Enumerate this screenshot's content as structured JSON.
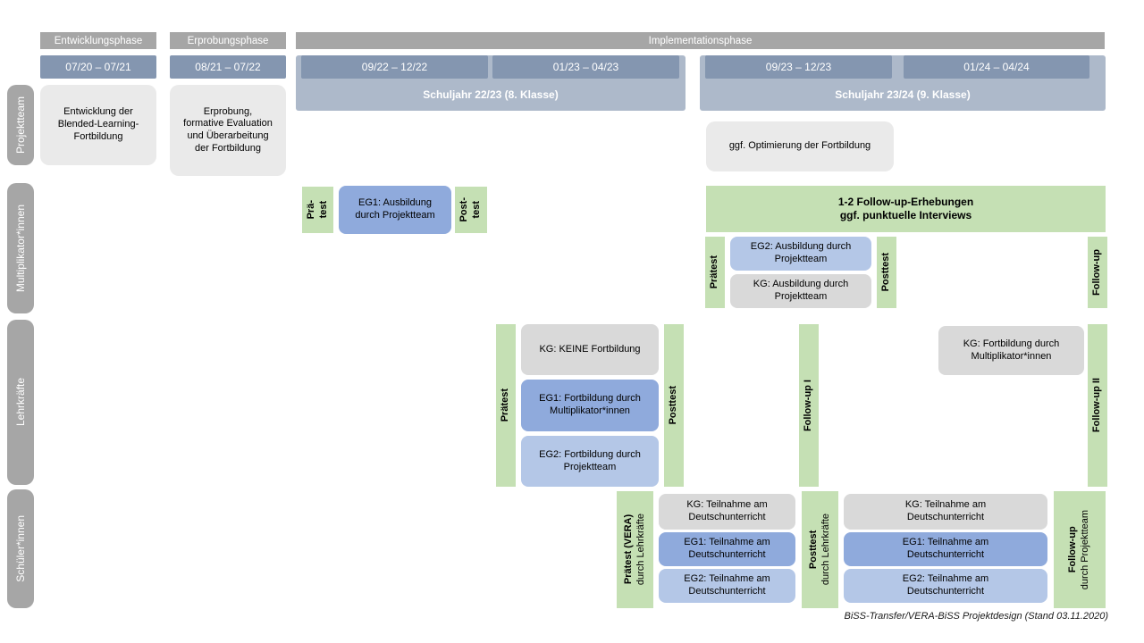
{
  "caption": "BiSS-Transfer/VERA-BiSS Projektdesign (Stand 03.11.2020)",
  "colors": {
    "phase_bar": "#a6a6a6",
    "date_bar": "#8496b0",
    "schoolyear_bar": "#adb9ca",
    "projektteam_box": "#eaeaea",
    "kg_box": "#d9d9d9",
    "eg1_box": "#8faadc",
    "eg2_box": "#b4c7e7",
    "test_box_green": "#c5e0b4"
  },
  "header": {
    "phases": {
      "entwicklung": "Entwicklungsphase",
      "erprobung": "Erprobungsphase",
      "implementation": "Implementationsphase"
    },
    "dates": {
      "d1": "07/20 – 07/21",
      "d2": "08/21 – 07/22",
      "d3": "09/22 – 12/22",
      "d4": "01/23 – 04/23",
      "d5": "09/23 – 12/23",
      "d6": "01/24 – 04/24"
    },
    "schoolyears": {
      "sy1": "Schuljahr 22/23 (8. Klasse)",
      "sy2": "Schuljahr 23/24 (9. Klasse)"
    }
  },
  "row_labels": {
    "projektteam": "Projektteam",
    "multiplikatoren": "Multiplikator*innen",
    "lehrkraefte": "Lehrkräfte",
    "schueler": "Schüler*innen"
  },
  "projektteam": {
    "entwicklung": "Entwicklung der Blended-Learning-Fortbildung",
    "erprobung": "Erprobung, formative Evaluation und Überarbeitung der Fortbildung",
    "optimierung": "ggf. Optimierung der Fortbildung"
  },
  "multiplikatoren": {
    "praetest_l1": "Prä-",
    "praetest_l2": "test",
    "eg1": "EG1: Ausbildung durch Projektteam",
    "posttest_l1": "Post-",
    "posttest_l2": "test",
    "followup_line1": "1-2 Follow-up-Erhebungen",
    "followup_line2": "ggf. punktuelle Interviews",
    "praetest": "Prätest",
    "eg2": "EG2: Ausbildung durch Projektteam",
    "kg": "KG: Ausbildung durch Projektteam",
    "posttest": "Posttest",
    "followup": "Follow-up"
  },
  "lehrkraefte": {
    "praetest": "Prätest",
    "kg": "KG: KEINE Fortbildung",
    "eg1": "EG1: Fortbildung durch Multiplikator*innen",
    "eg2": "EG2: Fortbildung durch Projektteam",
    "posttest": "Posttest",
    "followup1": "Follow-up I",
    "kg2": "KG: Fortbildung durch Multiplikator*innen",
    "followup2": "Follow-up II"
  },
  "schueler": {
    "praetest_title": "Prätest (VERA)",
    "praetest_sub": "durch Lehrkräfte",
    "kg1": "KG: Teilnahme am Deutschunterricht",
    "eg1a": "EG1: Teilnahme am Deutschunterricht",
    "eg2a": "EG2: Teilnahme am Deutschunterricht",
    "posttest_title": "Posttest",
    "posttest_sub": "durch Lehrkräfte",
    "kg2": "KG: Teilnahme am Deutschunterricht",
    "eg1b": "EG1: Teilnahme am Deutschunterricht",
    "eg2b": "EG2: Teilnahme am Deutschunterricht",
    "followup_title": "Follow-up",
    "followup_sub": "durch Projektteam"
  }
}
